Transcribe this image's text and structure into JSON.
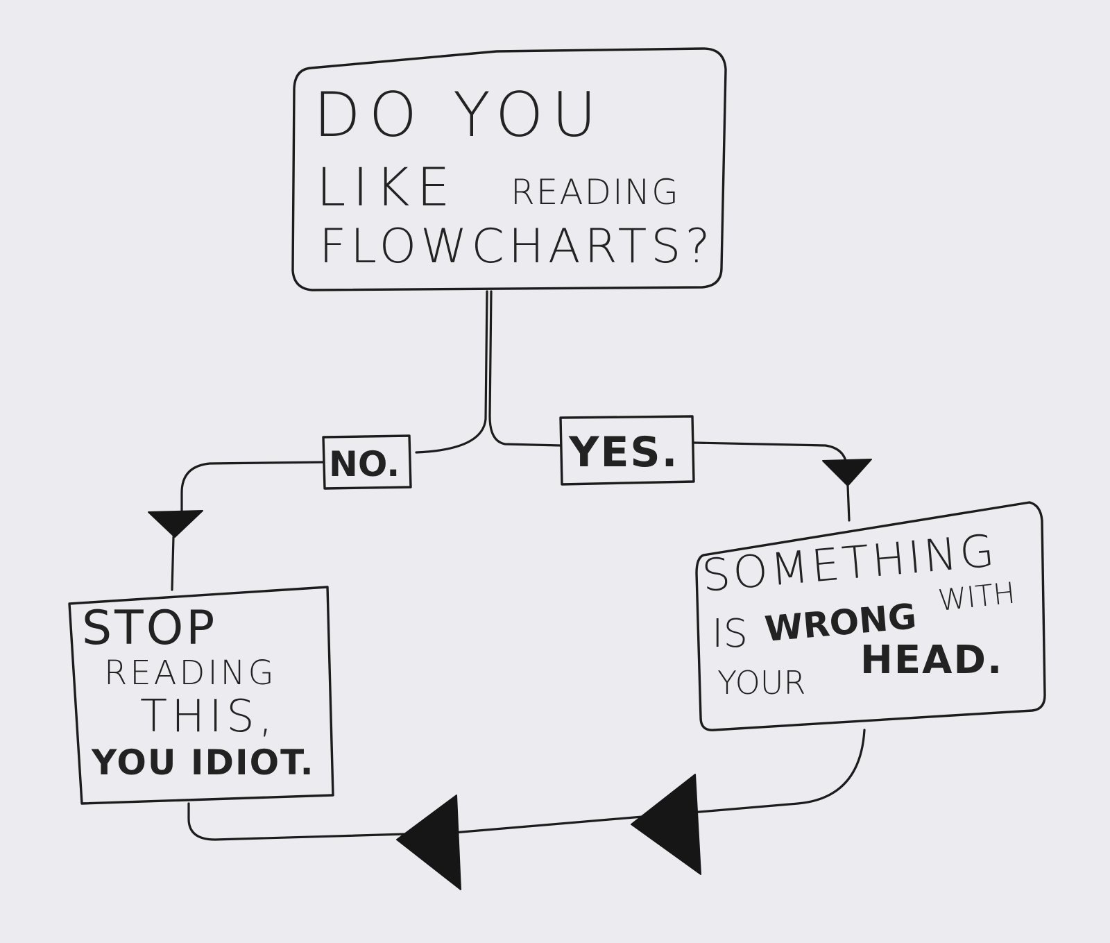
{
  "diagram": {
    "question": {
      "line1": "DO YOU",
      "line2a": "LIKE",
      "line2b": "READING",
      "line3": "FLOWCHARTS?"
    },
    "no_label": "NO.",
    "yes_label": "YES.",
    "no_answer": {
      "line1": "STOP",
      "line2": "READING",
      "line3": "THIS,",
      "line4": "YOU IDIOT."
    },
    "yes_answer": {
      "line1": "SOMETHING",
      "line2a": "IS",
      "line2b": "WRONG",
      "line2c": "WITH",
      "line3a": "YOUR",
      "line3b": "HEAD."
    }
  }
}
